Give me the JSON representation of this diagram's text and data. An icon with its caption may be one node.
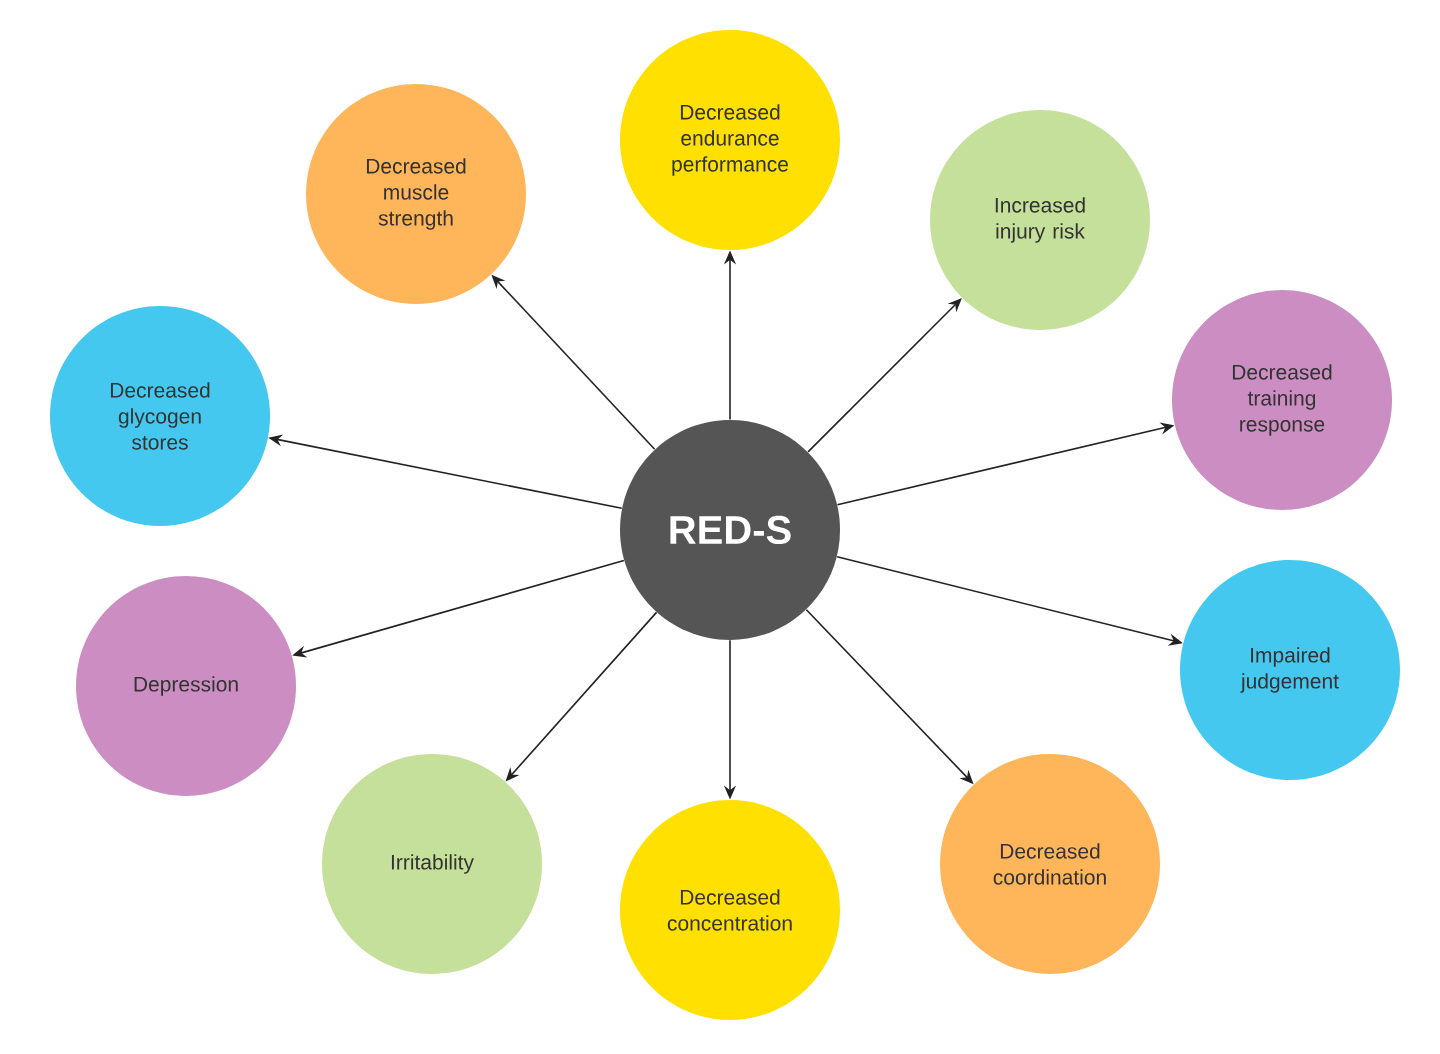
{
  "diagram": {
    "nodes": [
      {
        "text": [
          "RED-S"
        ]
      },
      {
        "text": [
          "Decreased muscle strength"
        ]
      },
      {
        "text": [
          "Decreased endurance performance"
        ]
      },
      {
        "text": [
          "Increased injury risk"
        ]
      },
      {
        "text": [
          "Decreased glycogen stores"
        ]
      },
      {
        "text": [
          "Decreased training response"
        ]
      },
      {
        "text": [
          "Depression"
        ]
      },
      {
        "text": [
          "Impaired judgement"
        ]
      },
      {
        "text": [
          "Irritability"
        ]
      },
      {
        "text": [
          "Decreased coordination"
        ]
      },
      {
        "text": [
          "Decreased concentration"
        ]
      }
    ],
    "edges": [
      {
        "from": 0,
        "to": 1,
        "arrow": "to"
      },
      {
        "from": 0,
        "to": 2,
        "arrow": "to"
      },
      {
        "from": 0,
        "to": 3,
        "arrow": "to"
      },
      {
        "from": 0,
        "to": 4,
        "arrow": "to"
      },
      {
        "from": 0,
        "to": 5,
        "arrow": "to"
      },
      {
        "from": 0,
        "to": 6,
        "arrow": "to"
      },
      {
        "from": 0,
        "to": 7,
        "arrow": "to"
      },
      {
        "from": 0,
        "to": 8,
        "arrow": "to"
      },
      {
        "from": 0,
        "to": 9,
        "arrow": "to"
      },
      {
        "from": 0,
        "to": 10,
        "arrow": "to"
      }
    ]
  }
}
